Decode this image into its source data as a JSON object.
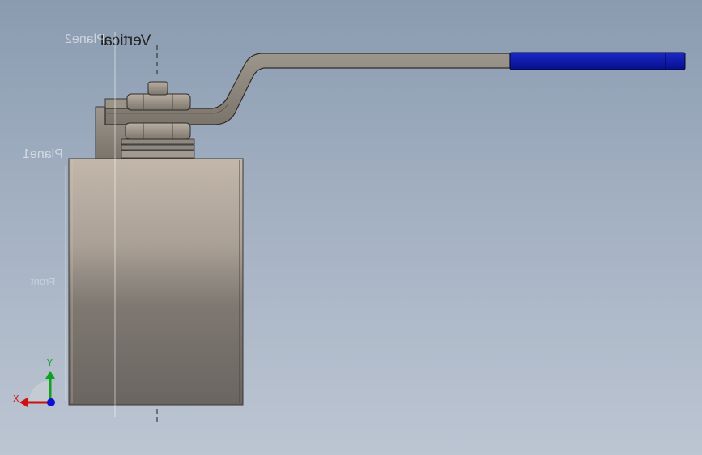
{
  "viewport": {
    "planes": {
      "vertical": "Vertical",
      "plane2": "Plane2",
      "plane1": "Plane1",
      "front": "Front"
    },
    "triad": {
      "x_label": "X",
      "y_label": "Y"
    },
    "colors": {
      "handle_grip": "#0a18a8",
      "handle_steel": "#8a8478",
      "body_light": "#c3b7ab",
      "body_dark": "#6a6560",
      "axis_x": "#d01010",
      "axis_y": "#10a020",
      "axis_z": "#1010d0"
    }
  }
}
